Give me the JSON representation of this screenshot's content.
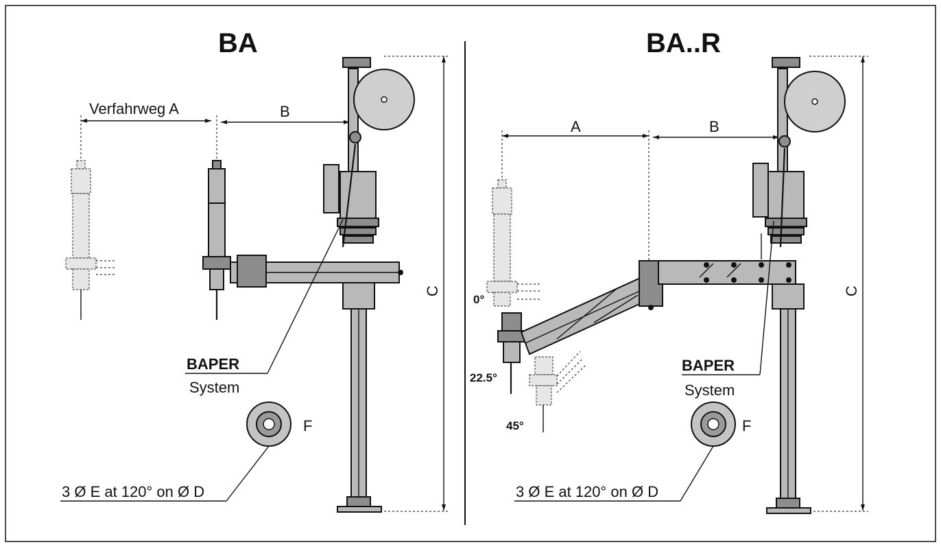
{
  "left_panel": {
    "title": "BA",
    "travel_label": "Verfahrweg A",
    "dim_b": "B",
    "dim_c": "C",
    "system_brand": "BAPER",
    "system_word": "System",
    "flange_label": "F",
    "hole_note": "3 Ø E at 120° on Ø D"
  },
  "right_panel": {
    "title": "BA..R",
    "dim_a": "A",
    "dim_b": "B",
    "dim_c": "C",
    "angles": [
      "0°",
      "22.5°",
      "45°"
    ],
    "system_brand": "BAPER",
    "system_word": "System",
    "flange_label": "F",
    "hole_note": "3 Ø E at 120° on Ø D"
  }
}
